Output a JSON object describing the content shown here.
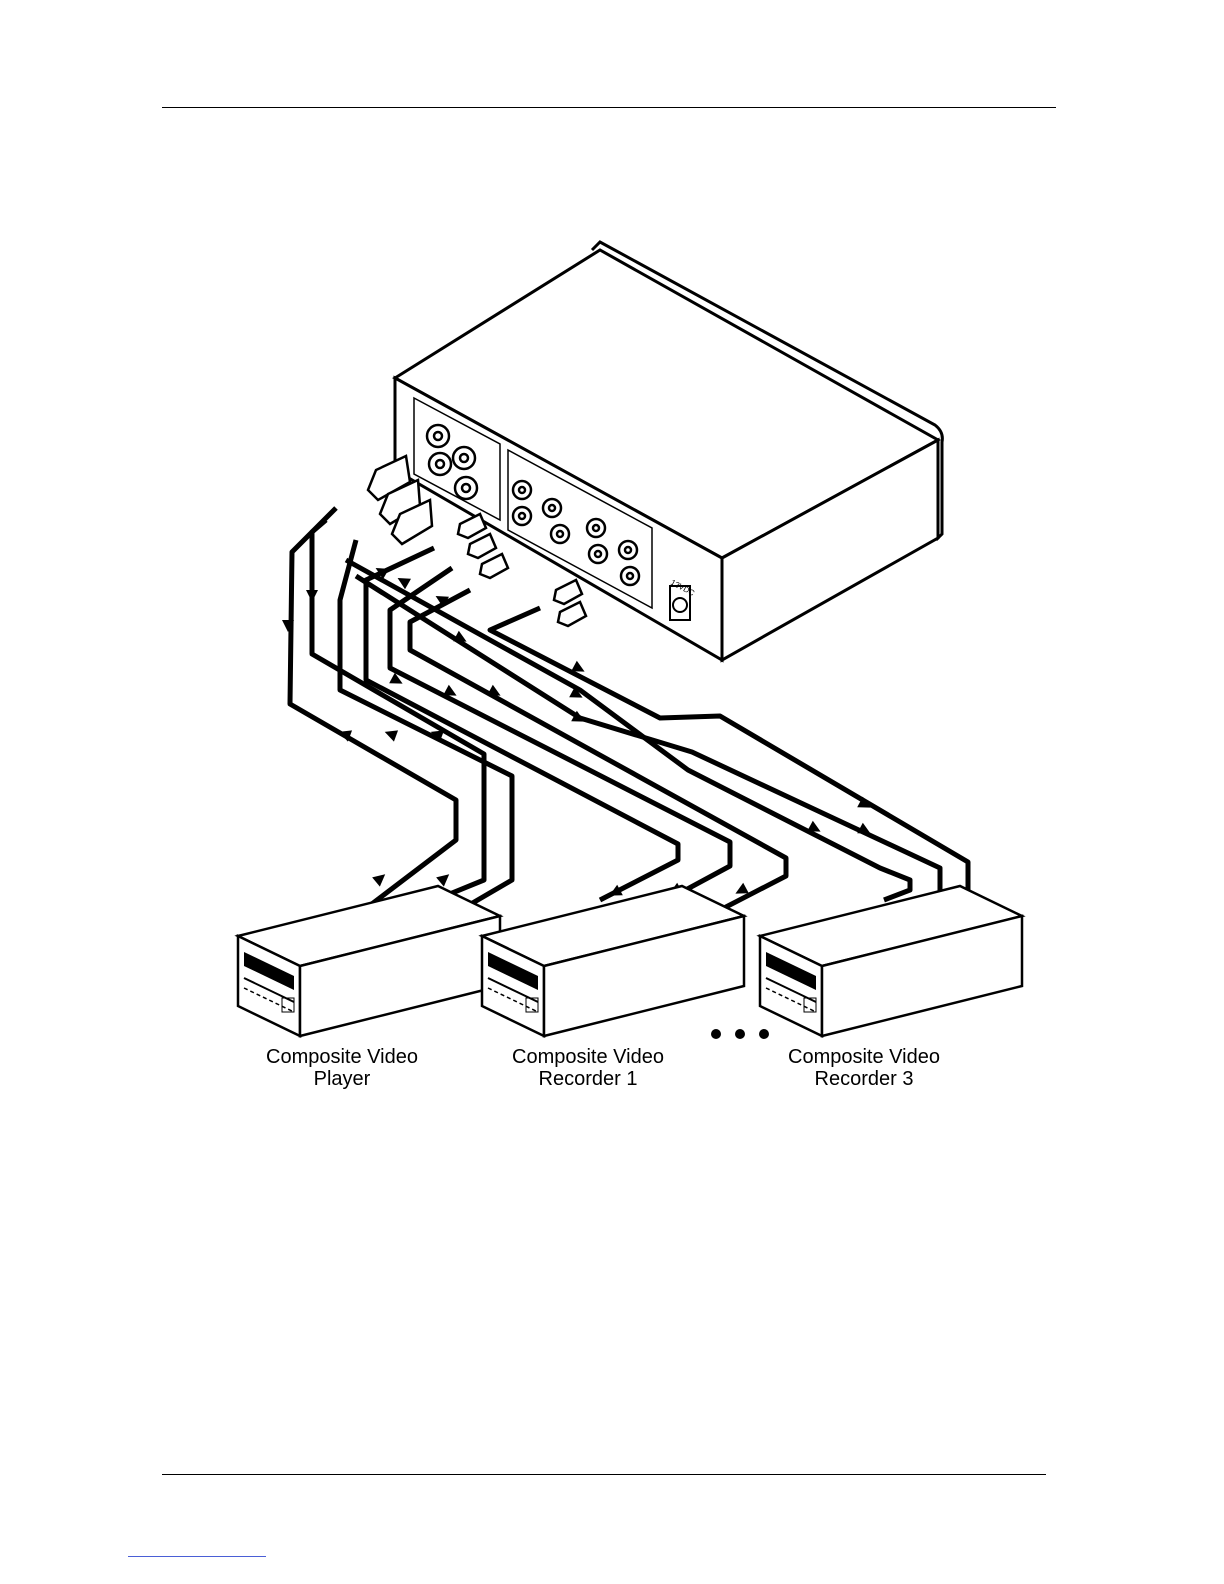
{
  "devices": [
    {
      "id": "player",
      "line1": "Composite Video",
      "line2": "Player"
    },
    {
      "id": "recorder1",
      "line1": "Composite Video",
      "line2": "Recorder 1"
    },
    {
      "id": "recorder3",
      "line1": "Composite Video",
      "line2": "Recorder 3"
    }
  ],
  "panel": {
    "power_label": "12VDC"
  },
  "colors": {
    "ink": "#000000",
    "paper": "#ffffff",
    "link": "#4a5fd6"
  }
}
